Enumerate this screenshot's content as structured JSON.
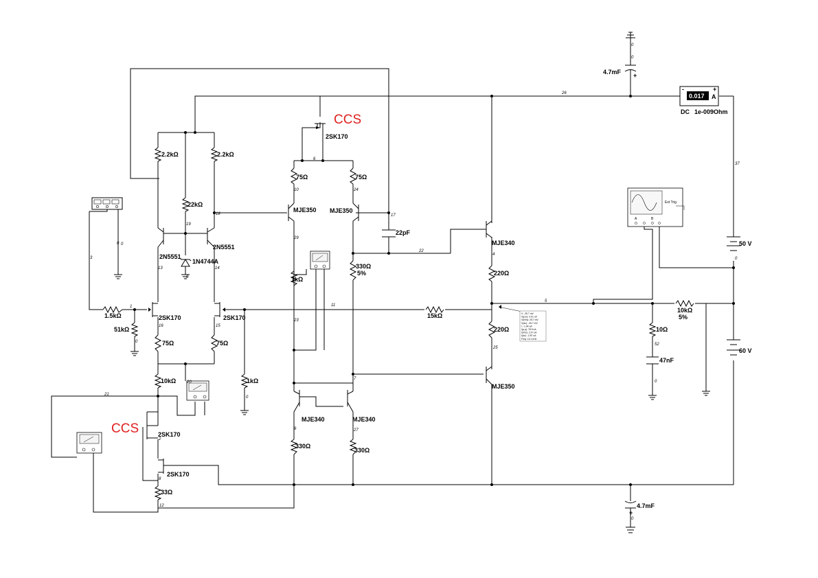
{
  "annotations": {
    "ccs_top": "CCS",
    "ccs_bottom": "CCS"
  },
  "ammeter": {
    "value": "0.017",
    "unit": "A",
    "minus": "-",
    "plus": "+",
    "mode": "DC",
    "resistance": "1e-009Ohm"
  },
  "oscilloscope": {
    "ext_trig": "Ext Trig",
    "ch_a": "A",
    "ch_b": "B"
  },
  "sources": {
    "top_supply": "50 V",
    "bottom_supply": "60 V"
  },
  "capacitors": {
    "top_bulk": "4.7mF",
    "bottom_bulk": "4.7mF",
    "comp": "22pF",
    "zobel": "47nF"
  },
  "transistors": {
    "q_in_left": "2N5551",
    "q_in_right": "2N5551",
    "jfet_in_left": "2SK170",
    "jfet_in_right": "2SK170",
    "jfet_ccs_top": "2SK170",
    "jfet_ccs_bot1": "2SK170",
    "jfet_ccs_bot2": "2SK170",
    "vas_left": "MJE350",
    "vas_right": "MJE350",
    "mirror_left": "MJE340",
    "mirror_right": "MJE340",
    "out_top": "MJE340",
    "out_bot": "MJE350"
  },
  "diode": "1N4744A",
  "resistors": {
    "r_2k2_left": "2.2kΩ",
    "r_2k2_right": "2.2kΩ",
    "r_22k": "22kΩ",
    "r_75_left": "75Ω",
    "r_75_right": "75Ω",
    "r_75_src_left": "75Ω",
    "r_75_src_right": "75Ω",
    "r_1k5": "1.5kΩ",
    "r_51k": "51kΩ",
    "r_10k": "10kΩ",
    "r_1k": "1kΩ",
    "r_33": "33Ω",
    "r_1k_vas": "1kΩ",
    "r_330_bl": "330Ω",
    "r_330_br": "330Ω",
    "r_330_5": "330Ω",
    "r_330_5_tol": "5%",
    "r_220_top": "220Ω",
    "r_220_bot": "220Ω",
    "r_15k": "15kΩ",
    "r_10k_load": "10kΩ",
    "r_10k_load_tol": "5%",
    "r_10_zobel": "10Ω"
  },
  "nets": {
    "n26": "26",
    "n37": "37",
    "n0a": "0",
    "n6": "6",
    "n10": "10",
    "n24": "24",
    "n17": "17",
    "n18": "18",
    "n19": "19",
    "n0b": "0",
    "n29": "29",
    "n22": "22",
    "n4": "4",
    "n3": "3",
    "n0c": "0",
    "n13": "13",
    "n14": "14",
    "n0d": "0",
    "n1": "1",
    "n16": "16",
    "n15": "15",
    "n11": "11",
    "n23": "23",
    "n0e": "0",
    "n5": "5",
    "n52": "52",
    "n0f": "0",
    "n25": "25",
    "n7": "7",
    "n20": "20",
    "n21": "21",
    "n0g": "0",
    "n2": "2",
    "n8": "8",
    "n9": "9",
    "n27": "27",
    "n12": "12",
    "n0h": "0",
    "n0i": "0",
    "n0j": "0"
  },
  "probe_readout": [
    "V: -25.7 mV",
    "V(p-p): 4.01 uV",
    "V(rms): 25.7 mV",
    "V(dc): -25.7 mV",
    "I: -1.94 uA",
    "I(p-p): 78.9 nA",
    "I(rms): 2.37 uA",
    "I(dc): -2.87 uA",
    "Freq: 10.1 kHz"
  ]
}
